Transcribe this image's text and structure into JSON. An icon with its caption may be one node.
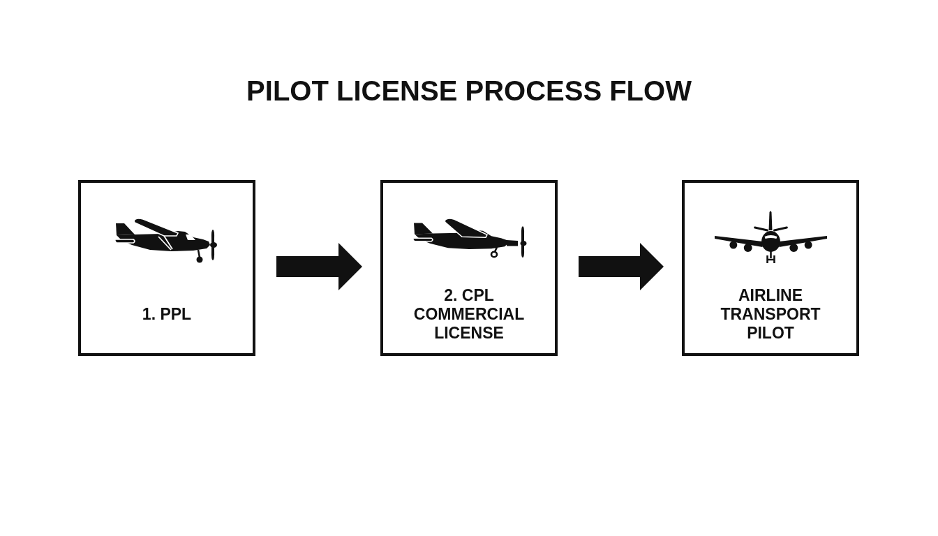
{
  "diagram": {
    "title": "PILOT LICENSE PROCESS FLOW",
    "nodes": [
      {
        "text": [
          "1. PPL"
        ]
      },
      {
        "text": [
          "2. CPL COMMERCIAL LICENSE"
        ]
      },
      {
        "text": [
          "AIRLINE TRANSPORT PILOT"
        ]
      }
    ],
    "edges": [
      {
        "from": 0,
        "to": 1,
        "arrow": "to"
      },
      {
        "from": 1,
        "to": 2,
        "arrow": "to"
      }
    ]
  }
}
